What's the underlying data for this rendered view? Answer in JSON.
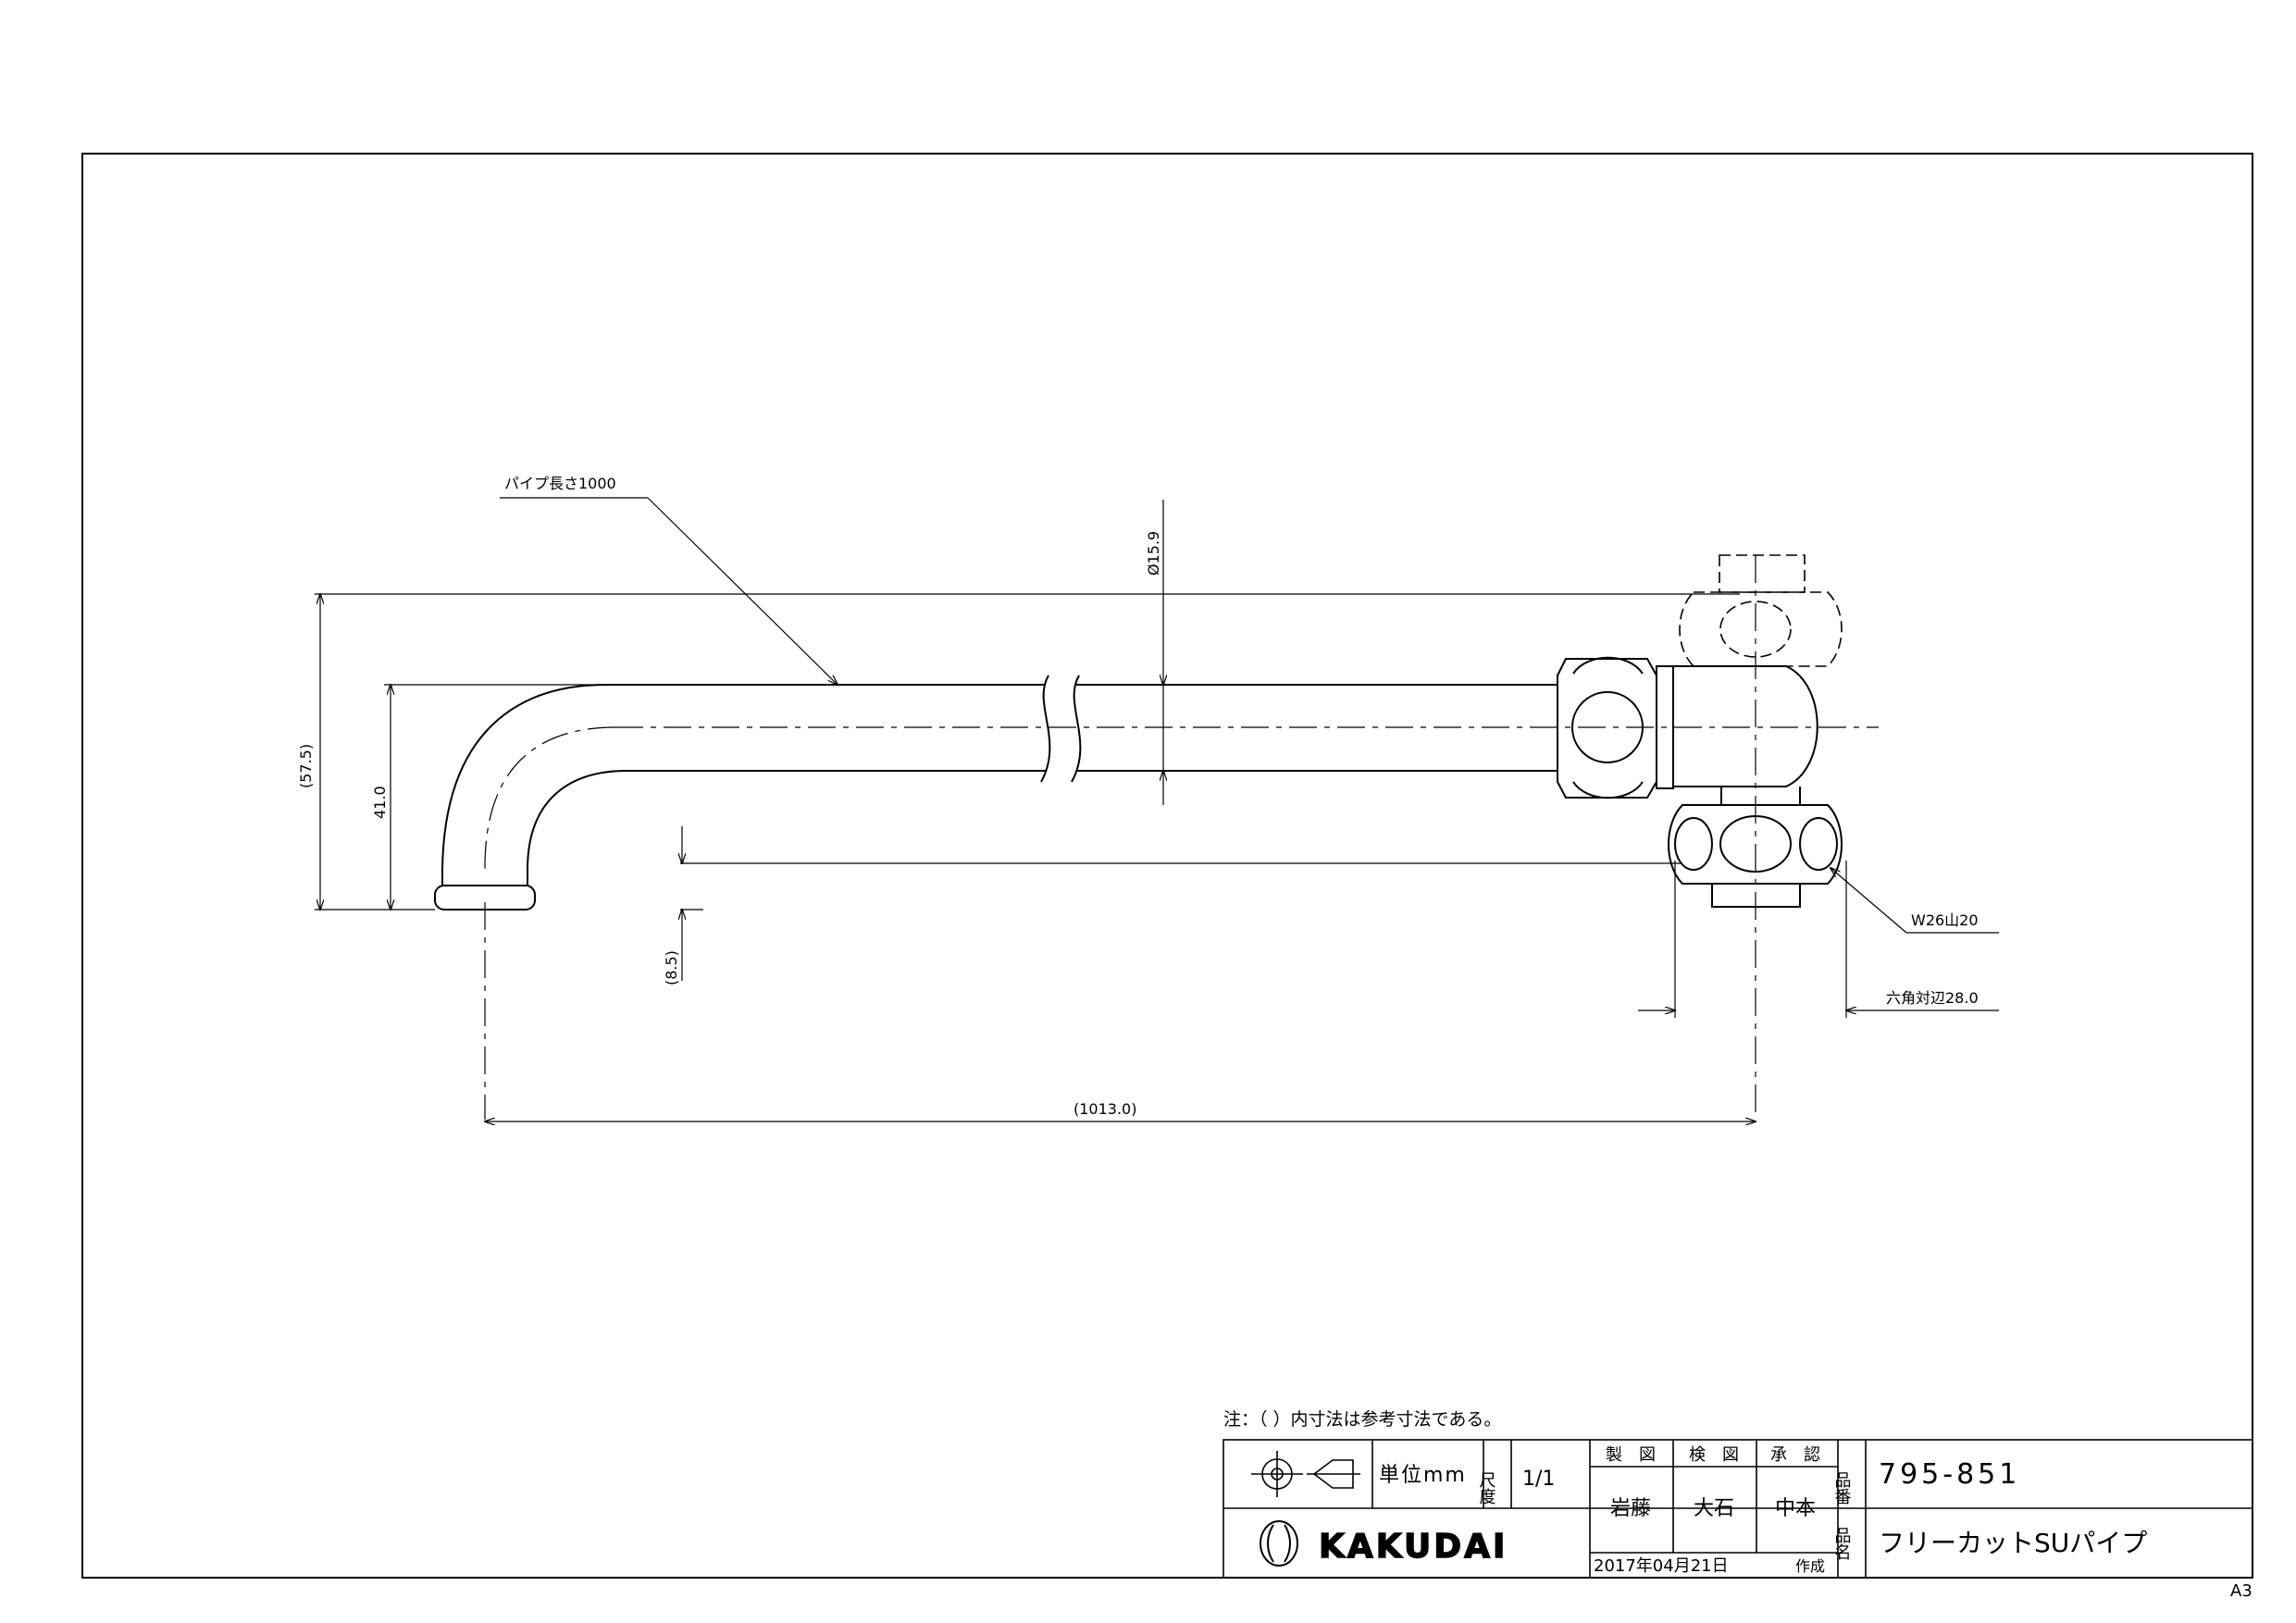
{
  "drawing": {
    "pipe_length_label": "パイプ長さ1000",
    "diameter_label": "Ø15.9",
    "height_outer_label": "(57.5)",
    "height_inner_label": "41.0",
    "offset_label": "(8.5)",
    "total_length_label": "(1013.0)",
    "thread_label": "W26山20",
    "hex_label": "六角対辺28.0"
  },
  "note": "注：（ ）内寸法は参考寸法である。",
  "title_block": {
    "unit_label": "単位mm",
    "scale_label": "尺度",
    "scale_value": "1/1",
    "drafted_label": "製　図",
    "checked_label": "検　図",
    "approved_label": "承　認",
    "drafter": "岩藤",
    "checker": "大石",
    "approver": "中本",
    "date": "2017年04月21日",
    "created_label": "作成",
    "part_no_label": "品番",
    "part_no": "795-851",
    "part_name_label": "品名",
    "part_name": "フリーカットSUパイプ",
    "company": "KAKUDAI"
  },
  "sheet_size": "A3"
}
